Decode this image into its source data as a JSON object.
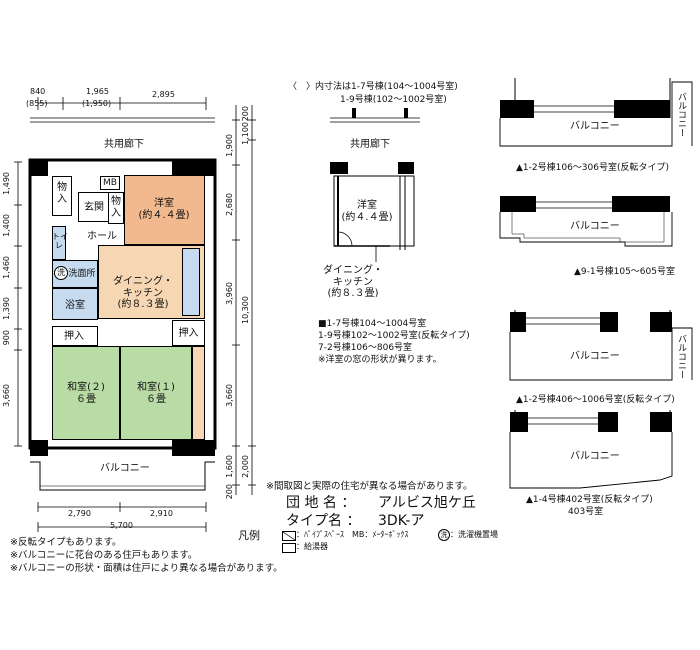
{
  "dims_top": {
    "a": "840",
    "a_sub": "(855)",
    "b": "1,965",
    "b_sub": "(1,950)",
    "c": "2,895"
  },
  "dims_bottom": {
    "a": "2,790",
    "b": "2,910",
    "total": "5,700"
  },
  "dims_left": [
    "1,490",
    "1,400",
    "1,460",
    "1,390",
    "900",
    "3,660"
  ],
  "dims_right_inner": [
    "1,900",
    "2,680",
    "3,960",
    "3,660",
    "1,600"
  ],
  "dims_right_outer": [
    "200",
    "1,100",
    "10,300",
    "2,000",
    "200"
  ],
  "labels": {
    "corridor": "共用廊下",
    "balcony": "バルコニー",
    "storage1": "物\n入",
    "storage2": "物\n入",
    "mb": "MB",
    "entrance": "玄関",
    "hall": "ホール",
    "toilet": "トイ\nレ",
    "laundry_mark": "洗",
    "washroom": "洗面所",
    "bath": "浴室",
    "western": "洋室\n(約４.４畳)",
    "dining": "ダイニング・\nキッチン\n(約８.３畳)",
    "oshiire_l": "押入",
    "oshiire_r": "押入",
    "washitsu2": "和室(２)\n６畳",
    "washitsu1": "和室(１)\n６畳"
  },
  "middle": {
    "note1": "〈　〉内寸法は1-7号棟(104～1004号室)",
    "note2": "1-9号棟(102～1002号室)",
    "corridor": "共用廊下",
    "western": "洋室\n(約４.４畳)",
    "dining": "ダイニング・\nキッチン\n(約８.３畳)",
    "list": [
      "■1-7号棟104～1004号室",
      "1-9号棟102～1002号室(反転タイプ)",
      "7-2号棟106～806号室",
      "※洋室の窓の形状が異ります。"
    ]
  },
  "balconies": [
    {
      "label": "バルコニー",
      "side": "バルコニー",
      "caption": "▲1-2号棟106～306号室(反転タイプ)"
    },
    {
      "label": "バルコニー",
      "side": "",
      "caption": "▲9-1号棟105～605号室"
    },
    {
      "label": "バルコニー",
      "side": "バルコニー",
      "caption": "▲1-2号棟406～1006号室(反転タイプ)"
    },
    {
      "label": "バルコニー",
      "side": "",
      "caption": "▲1-4号棟402号室(反転タイプ)",
      "caption2": "403号室"
    }
  ],
  "info": {
    "disclaimer": "※間取図と実際の住宅が異なる場合があります。",
    "complex_label": "団 地 名 ：",
    "complex_name": "アルビス旭ケ丘",
    "type_label": "タイプ名 ：",
    "type_name": "3DK-ア",
    "legend_title": "凡例",
    "legend1": "：ﾊﾟｲﾌﾟｽﾍﾟｰｽ　MB：ﾒｰﾀｰﾎﾞｯｸｽ　",
    "legend1b": "：洗濯機置場",
    "legend2": "：給湯器"
  },
  "footnotes": [
    "※反転タイプもあります。",
    "※バルコニーに花台のある住戸もあります。",
    "※バルコニーの形状・面積は住戸により異なる場合があります。"
  ],
  "colors": {
    "western": "#f2b98f",
    "dining": "#f7d7b3",
    "wet": "#c6dbef",
    "tatami": "#b9dca6",
    "oshiire": "#ffffff",
    "wall": "#000000"
  }
}
